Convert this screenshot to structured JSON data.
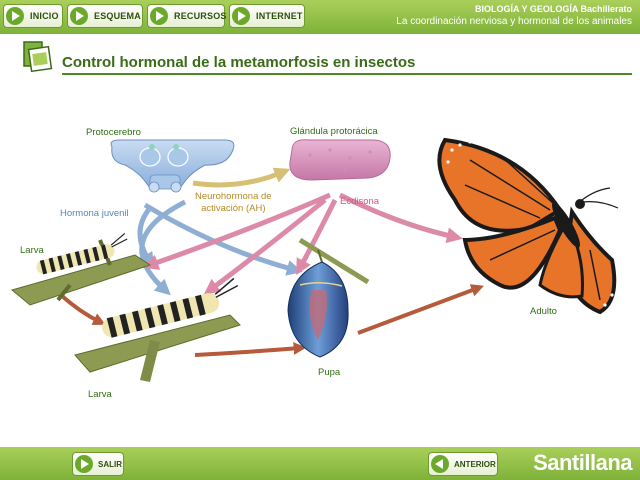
{
  "nav": {
    "inicio": "INICIO",
    "esquema": "ESQUEMA",
    "recursos": "RECURSOS",
    "internet": "INTERNET"
  },
  "course": {
    "subject": "BIOLOGÍA Y GEOLOGÍA Bachillerato",
    "unit": "La coordinación nerviosa y hormonal de los animales"
  },
  "page": {
    "title": "Control hormonal de la metamorfosis en insectos"
  },
  "diagram": {
    "protocerebro": "Protocerebro",
    "glandula": "Glándula protorácica",
    "neurohormona_1": "Neurohormona de",
    "neurohormona_2": "activación (AH)",
    "hormona_juvenil": "Hormona juvenil",
    "ecdisona": "Ecdisona",
    "larva_1": "Larva",
    "larva_2": "Larva",
    "pupa": "Pupa",
    "adulto": "Adulto"
  },
  "colors": {
    "bar_green": "#8cc04a",
    "title_green": "#3a6b16",
    "arrow_blue": "#8eaed3",
    "arrow_pink": "#dd8aa9",
    "arrow_gold": "#d7c074",
    "arrow_brown": "#b55a3a",
    "monarch_orange": "#e8742a"
  },
  "footer": {
    "salir": "SALIR",
    "anterior": "ANTERIOR",
    "logo": "Santillana"
  }
}
